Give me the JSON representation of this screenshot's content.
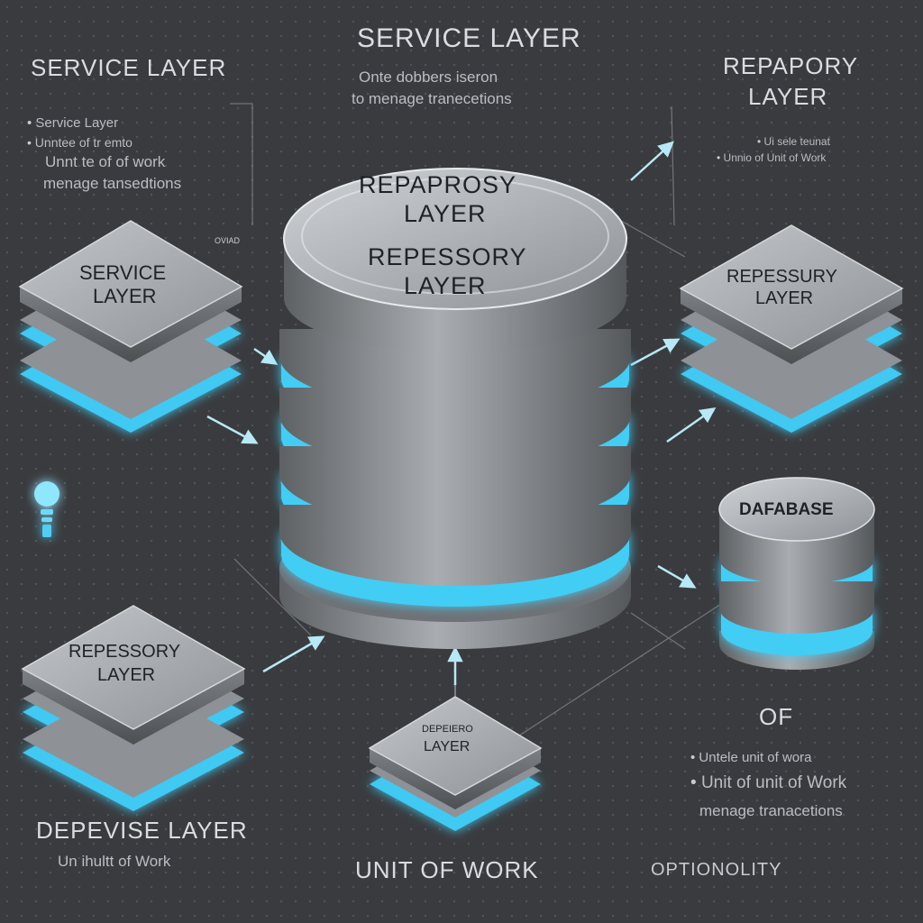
{
  "texts": {
    "top_center_title": "SERVICE LAYER",
    "top_center_line1": "Onte dobbers iseron",
    "top_center_line2": "to menage tranecetions",
    "top_left_title": "SERVICE LAYER",
    "top_left_bullet1": "Service Layer",
    "top_left_bullet2": "Unntee of tr emto",
    "top_left_line3": "Unnt te of of work",
    "top_left_line4": "menage tansedtions",
    "top_right_title_1": "REPAPORY",
    "top_right_title_2": "LAYER",
    "top_right_bullet1": "Ui sele teunat",
    "top_right_bullet2": "Unnio of Unit of Work",
    "bottom_left_title": "DEPEVISE LAYER",
    "bottom_left_sub": "Un ihultt of Work",
    "bottom_center_title": "UNIT OF WORK",
    "bottom_right_of": "OF",
    "bottom_right_bullet1": "Untele unit of wora",
    "bottom_right_bullet2": "Unit of unit of Work",
    "bottom_right_line3": "menage tranacetions",
    "bottom_right_optional": "OPTIONOLITY",
    "left_small_tag": "OVIAD"
  },
  "nodes": {
    "central": {
      "label_1": "REPAPROSY",
      "label_2": "LAYER",
      "label_3": "REPESSORY",
      "label_4": "LAYER"
    },
    "left_top": {
      "label_1": "SERVICE",
      "label_2": "LAYER"
    },
    "right_top": {
      "label_1": "REPESSURY",
      "label_2": "LAYER"
    },
    "left_bottom": {
      "label_1": "REPESSORY",
      "label_2": "LAYER"
    },
    "bottom_center": {
      "label_1": "DEPEIERO",
      "label_2": "LAYER"
    },
    "database": {
      "label": "DAFABASE"
    }
  },
  "colors": {
    "glow": "#4fdcff",
    "glow_dark": "#1c8fc4",
    "slab_top": "#a7abb0",
    "slab_side": "#6d7175",
    "arrow": "#b6e9f5",
    "text": "#d9dde2"
  },
  "icons": [
    "bulb-icon",
    "arrow-icon"
  ]
}
